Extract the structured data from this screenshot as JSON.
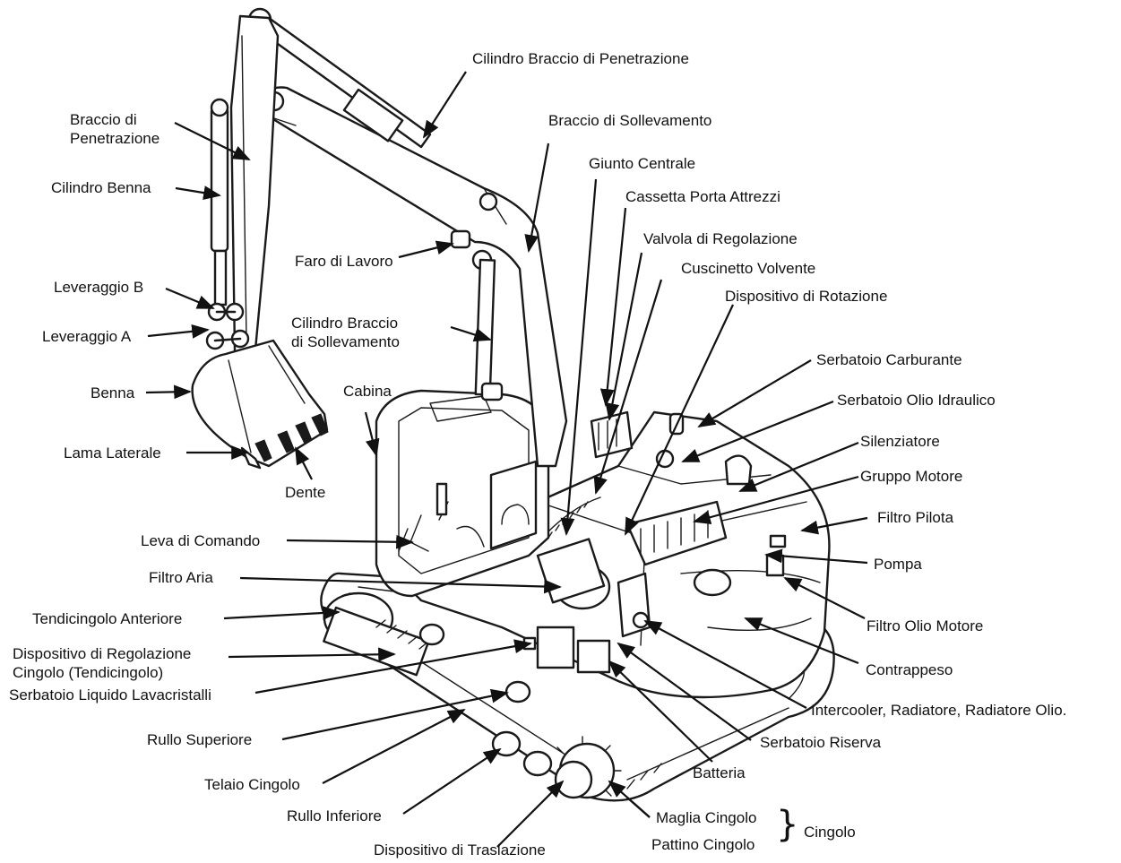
{
  "labels": {
    "cilindro_braccio_penetrazione": "Cilindro Braccio di Penetrazione",
    "braccio_penetrazione": "Braccio di Penetrazione",
    "braccio_sollevamento": "Braccio di Sollevamento",
    "cilindro_benna": "Cilindro Benna",
    "giunto_centrale": "Giunto Centrale",
    "cassetta_porta_attrezzi": "Cassetta Porta Attrezzi",
    "valvola_regolazione": "Valvola di Regolazione",
    "faro_lavoro": "Faro di Lavoro",
    "cuscinetto_volvente": "Cuscinetto Volvente",
    "dispositivo_rotazione": "Dispositivo di Rotazione",
    "leveraggio_b": "Leveraggio B",
    "leveraggio_a": "Leveraggio A",
    "cilindro_braccio_sollevamento": "Cilindro Braccio di Sollevamento",
    "serbatoio_carburante": "Serbatoio Carburante",
    "benna": "Benna",
    "cabina": "Cabina",
    "serbatoio_olio_idraulico": "Serbatoio Olio Idraulico",
    "silenziatore": "Silenziatore",
    "lama_laterale": "Lama Laterale",
    "gruppo_motore": "Gruppo Motore",
    "dente": "Dente",
    "filtro_pilota": "Filtro Pilota",
    "leva_comando": "Leva di Comando",
    "pompa": "Pompa",
    "filtro_aria": "Filtro Aria",
    "tendicingolo_anteriore": "Tendicingolo Anteriore",
    "filtro_olio_motore": "Filtro Olio Motore",
    "dispositivo_regolazione_cingolo": "Dispositivo di Regolazione Cingolo (Tendicingolo)",
    "contrappeso": "Contrappeso",
    "serbatoio_lavacristalli": "Serbatoio Liquido Lavacristalli",
    "intercooler_radiatore": "Intercooler, Radiatore, Radiatore Olio.",
    "rullo_superiore": "Rullo Superiore",
    "serbatoio_riserva": "Serbatoio Riserva",
    "batteria": "Batteria",
    "telaio_cingolo": "Telaio Cingolo",
    "rullo_inferiore": "Rullo Inferiore",
    "maglia_cingolo": "Maglia Cingolo",
    "pattino_cingolo": "Pattino Cingolo",
    "cingolo": "Cingolo",
    "dispositivo_traslazione": "Dispositivo di Traslazione"
  }
}
